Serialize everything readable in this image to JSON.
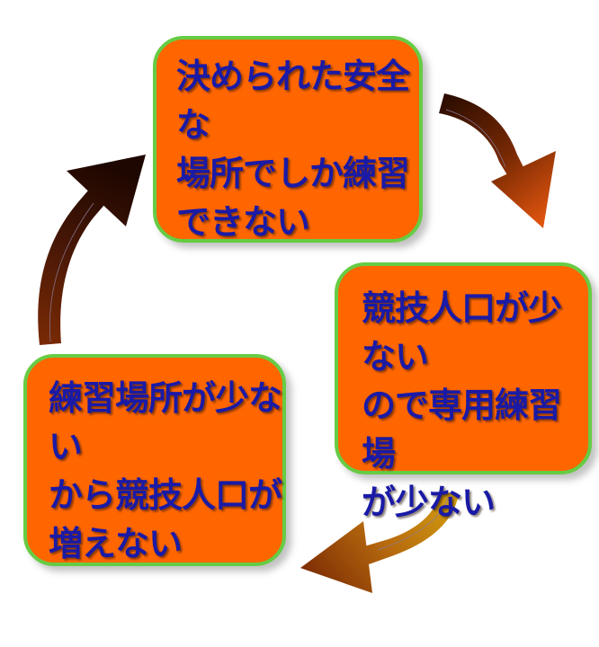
{
  "diagram": {
    "type": "cycle",
    "nodes": [
      {
        "id": "top",
        "lines": [
          "決められた安全な",
          "場所でしか練習",
          "できない"
        ]
      },
      {
        "id": "right",
        "lines": [
          "競技人口が少ない",
          "ので専用練習場",
          "が少ない"
        ]
      },
      {
        "id": "left",
        "lines": [
          "練習場所が少ない",
          "から競技人口が",
          "増えない"
        ]
      }
    ],
    "edges": [
      {
        "from": "top",
        "to": "right"
      },
      {
        "from": "right",
        "to": "left"
      },
      {
        "from": "left",
        "to": "top"
      }
    ]
  },
  "colors": {
    "box_fill": "#ff6600",
    "box_border": "#66cc44",
    "text": "#1a1aa6",
    "arrow_dark": "#2a0c00",
    "arrow_mid": "#7a2a04",
    "arrow_orange": "#e0540e",
    "arrow_gold": "#d4a010"
  }
}
